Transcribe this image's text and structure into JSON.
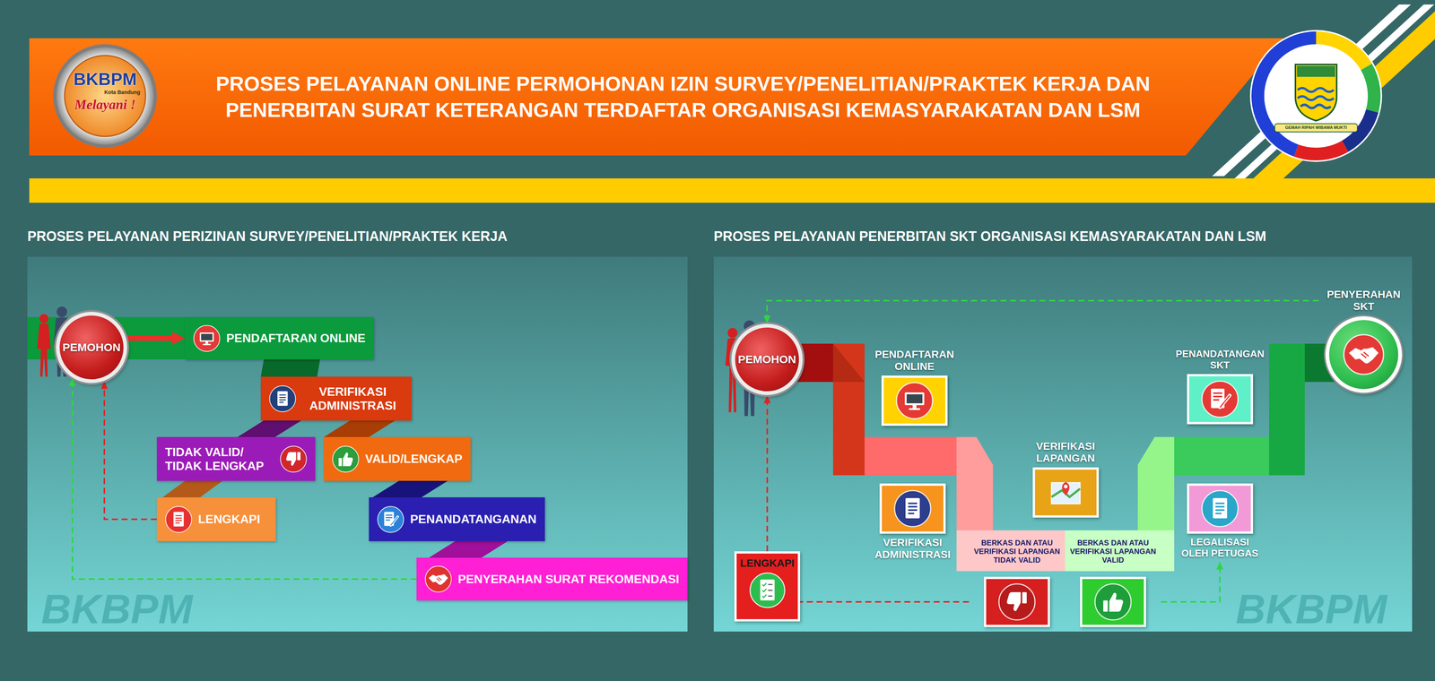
{
  "diagram": {
    "title": "PROSES PELAYANAN ONLINE PERMOHONAN IZIN SURVEY/PENELITIAN/PRAKTEK KERJA DAN PENERBITAN SURAT KETERANGAN TERDAFTAR ORGANISASI KEMASYARAKATAN DAN LSM",
    "nodes": [
      {
        "text": [
          "PROSES PELAYANAN PERIZINAN SURVEY/PENELITIAN/PRAKTEK KERJA"
        ]
      },
      {
        "text": [
          "PEMOHON"
        ],
        "in": 0
      },
      {
        "text": [
          "PENDAFTARAN ONLINE"
        ],
        "in": 0
      },
      {
        "text": [
          "VERIFIKASI ADMINISTRASI"
        ],
        "in": 0
      },
      {
        "text": [
          "TIDAK VALID/ TIDAK LENGKAP"
        ],
        "in": 0
      },
      {
        "text": [
          "VALID/LENGKAP"
        ],
        "in": 0
      },
      {
        "text": [
          "LENGKAPI"
        ],
        "in": 0
      },
      {
        "text": [
          "PENANDATANGANAN"
        ],
        "in": 0
      },
      {
        "text": [
          "PENYERAHAN SURAT REKOMENDASI"
        ],
        "in": 0
      },
      {
        "text": [
          "PROSES PELAYANAN PENERBITAN SKT ORGANISASI KEMASYARAKATAN DAN LSM"
        ]
      },
      {
        "text": [
          "PEMOHON"
        ],
        "in": 9
      },
      {
        "text": [
          "PENDAFTARAN ONLINE"
        ],
        "in": 9
      },
      {
        "text": [
          "VERIFIKASI ADMINISTRASI"
        ],
        "in": 9
      },
      {
        "text": [
          "VERIFIKASI LAPANGAN"
        ],
        "in": 9
      },
      {
        "text": [
          "BERKAS DAN ATAU VERIFIKASI LAPANGAN TIDAK VALID"
        ],
        "in": 9
      },
      {
        "text": [
          "BERKAS DAN ATAU VERIFIKASI LAPANGAN VALID"
        ],
        "in": 9
      },
      {
        "text": [
          "LEGALISASI OLEH PETUGAS"
        ],
        "in": 9
      },
      {
        "text": [
          "PENANDATANGAN SKT"
        ],
        "in": 9
      },
      {
        "text": [
          "PENYERAHAN SKT"
        ],
        "in": 9
      },
      {
        "text": [
          "LENGKAPI"
        ],
        "in": 9
      }
    ],
    "edges": [
      {
        "from": 1,
        "to": 2,
        "arrow": "to"
      },
      {
        "from": 6,
        "to": 1,
        "arrow": "to"
      },
      {
        "from": 8,
        "to": 1,
        "arrow": "to"
      },
      {
        "from": 14,
        "to": 19,
        "arrow": "none"
      },
      {
        "from": 19,
        "to": 10,
        "arrow": "to"
      },
      {
        "from": 15,
        "to": 16,
        "arrow": "to"
      },
      {
        "from": 18,
        "to": 10,
        "arrow": "to"
      }
    ],
    "labels": [
      "BKBPM",
      "Kota Bandung",
      "Melayani !",
      "GEMAH RIPAH WIBAWA MUKTI",
      "BKBPM",
      "BKBPM"
    ]
  }
}
